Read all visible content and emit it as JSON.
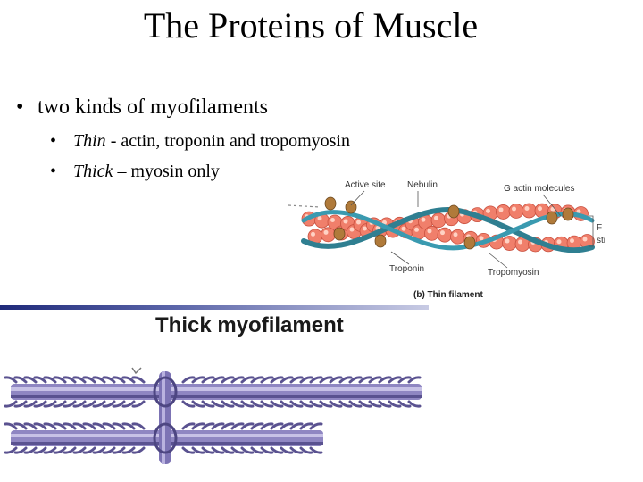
{
  "slide": {
    "title": "The Proteins of Muscle",
    "bullet_main": "two kinds of myofilaments",
    "bullets_sub": [
      {
        "term": "Thin",
        "text": " - actin, troponin and tropomyosin"
      },
      {
        "term": "Thick",
        "text": " – myosin only"
      }
    ],
    "bullet_glyph": "•"
  },
  "thin_figure": {
    "labels": {
      "active_site": "Active site",
      "nebulin": "Nebulin",
      "g_actin": "G actin molecules",
      "f_actin_1": "F actin",
      "f_actin_2": "strand",
      "troponin": "Troponin",
      "tropomyosin": "Tropomyosin",
      "caption": "(b) Thin filament"
    },
    "colors": {
      "actin_bead": "#f07f6b",
      "actin_highlight": "#ffd2c4",
      "strand": "#3a8ea0",
      "troponin": "#b07a3a"
    }
  },
  "thick_figure": {
    "heading": "Thick myofilament",
    "colors": {
      "rod": "#8f86c2",
      "rod_dark": "#5a5290",
      "rod_light": "#c7c1e6"
    }
  }
}
